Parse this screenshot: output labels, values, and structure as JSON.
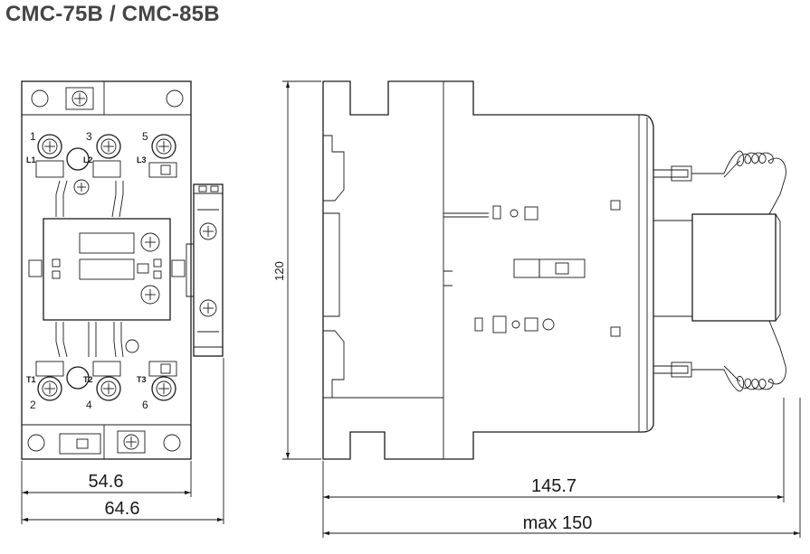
{
  "title": "CMC-75B / CMC-85B",
  "dimensions": {
    "inner_width": "54.6",
    "outer_width": "64.6",
    "height": "120",
    "depth": "145.7",
    "max_depth": "max 150"
  },
  "terminals": {
    "top_numbers": [
      "1",
      "3",
      "5"
    ],
    "top_labels": [
      "L1",
      "L2",
      "L3"
    ],
    "bottom_numbers": [
      "2",
      "4",
      "6"
    ],
    "bottom_labels": [
      "T1",
      "T2",
      "T3"
    ]
  }
}
